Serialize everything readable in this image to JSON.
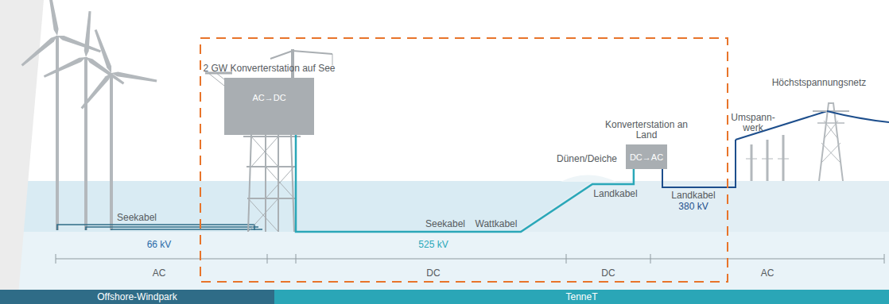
{
  "diagram": {
    "nodes": [
      {
        "text": [
          "2 GW Konverterstation auf See",
          "AC→DC"
        ]
      },
      {
        "text": [
          "Konverterstation an Land",
          "DC→AC"
        ]
      },
      {
        "text": [
          "Offshore-Windpark"
        ]
      },
      {
        "text": [
          "TenneT"
        ]
      }
    ],
    "edges": [
      {
        "from": 0,
        "to": 1,
        "arrow": "none"
      }
    ],
    "labels": [
      "Seekabel",
      "66 kV",
      "AC",
      "Seekabel",
      "Wattkabel",
      "525 kV",
      "DC",
      "Dünen/Deiche",
      "Landkabel",
      "DC",
      "Landkabel",
      "380 kV",
      "Umspann- werk",
      "Höchstspannungsnetz",
      "AC"
    ]
  }
}
